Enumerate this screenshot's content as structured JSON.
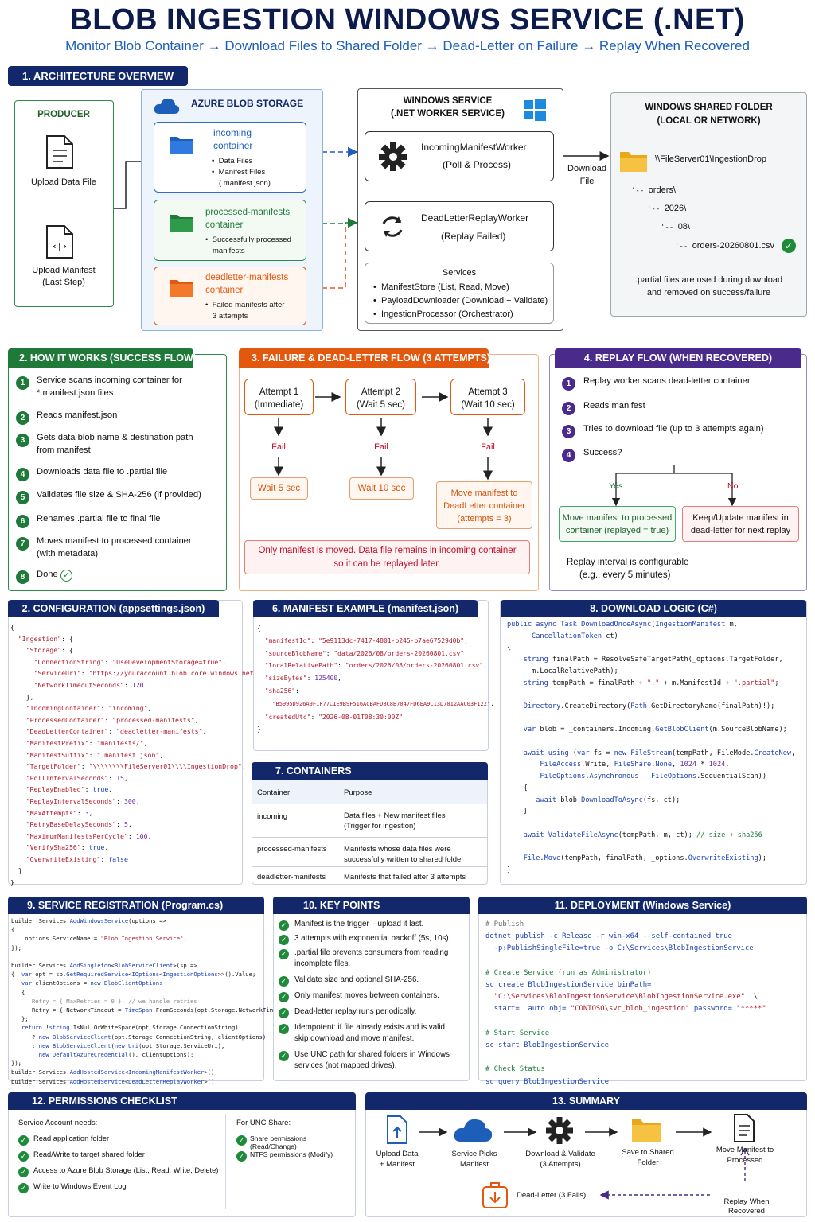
{
  "header": {
    "title": "BLOB INGESTION WINDOWS SERVICE (.NET)",
    "subtitle": "Monitor Blob Container → Download Files to Shared Folder → Dead-Letter on Failure → Replay When Recovered"
  },
  "arch": {
    "title": "1. ARCHITECTURE OVERVIEW",
    "producer": {
      "title": "PRODUCER",
      "upload_data": "Upload Data File",
      "upload_manifest": "Upload Manifest",
      "last_step": "(Last Step)"
    },
    "azure": {
      "title": "AZURE BLOB STORAGE",
      "incoming": {
        "name1": "incoming",
        "name2": "container",
        "b1": "Data Files",
        "b2": "Manifest Files",
        "b3": "(.manifest.json)"
      },
      "processed": {
        "name1": "processed-manifests",
        "name2": "container",
        "b1": "Successfully processed",
        "b2": "manifests"
      },
      "deadletter": {
        "name1": "deadletter-manifests",
        "name2": "container",
        "b1": "Failed manifests after",
        "b2": "3 attempts"
      }
    },
    "service": {
      "title1": "WINDOWS SERVICE",
      "title2": "(.NET WORKER SERVICE)",
      "worker1": "IncomingManifestWorker",
      "worker1_sub": "(Poll & Process)",
      "worker2": "DeadLetterReplayWorker",
      "worker2_sub": "(Replay Failed)",
      "services_title": "Services",
      "s1": "ManifestStore (List, Read, Move)",
      "s2": "PayloadDownloader (Download + Validate)",
      "s3": "IngestionProcessor (Orchestrator)"
    },
    "download_label1": "Download",
    "download_label2": "File",
    "shared": {
      "title1": "WINDOWS SHARED FOLDER",
      "title2": "(LOCAL OR NETWORK)",
      "path": "\\\\FileServer01\\IngestionDrop",
      "t1": "orders\\",
      "t2": "2026\\",
      "t3": "08\\",
      "t4": "orders-20260801.csv",
      "note1": ".partial files are used during download",
      "note2": "and removed on success/failure"
    }
  },
  "how": {
    "title": "2. HOW IT WORKS (SUCCESS FLOW)",
    "steps": [
      {
        "n": "1",
        "l1": "Service scans incoming container for",
        "l2": "*.manifest.json files"
      },
      {
        "n": "2",
        "l1": "Reads manifest.json",
        "l2": ""
      },
      {
        "n": "3",
        "l1": "Gets data blob name & destination path",
        "l2": "from manifest"
      },
      {
        "n": "4",
        "l1": "Downloads data file to .partial file",
        "l2": ""
      },
      {
        "n": "5",
        "l1": "Validates file size & SHA-256 (if provided)",
        "l2": ""
      },
      {
        "n": "6",
        "l1": "Renames .partial file to final file",
        "l2": ""
      },
      {
        "n": "7",
        "l1": "Moves manifest to processed container",
        "l2": "(with metadata)"
      },
      {
        "n": "8",
        "l1": "Done",
        "l2": ""
      }
    ]
  },
  "failure": {
    "title": "3. FAILURE & DEAD-LETTER FLOW (3 ATTEMPTS)",
    "a1": "Attempt 1",
    "a1s": "(Immediate)",
    "a2": "Attempt 2",
    "a2s": "(Wait 5 sec)",
    "a3": "Attempt 3",
    "a3s": "(Wait 10 sec)",
    "fail": "Fail",
    "w1": "Wait 5 sec",
    "w2": "Wait 10 sec",
    "m1": "Move manifest to",
    "m2": "DeadLetter container",
    "m3": "(attempts = 3)",
    "note1": "Only manifest is moved.  Data file remains in incoming container",
    "note2": "so it can be replayed later."
  },
  "replay": {
    "title": "4. REPLAY FLOW (WHEN RECOVERED)",
    "s1": "Replay worker scans dead-letter container",
    "s2": "Reads manifest",
    "s3": "Tries to download file (up to 3 attempts again)",
    "s4": "Success?",
    "yes": "Yes",
    "no": "No",
    "y1": "Move manifest to processed",
    "y2": "container (replayed = true)",
    "n1": "Keep/Update manifest in",
    "n2": "dead-letter for next replay",
    "interval1": "Replay interval is configurable",
    "interval2": "(e.g., every 5 minutes)"
  },
  "config": {
    "title": "2. CONFIGURATION (appsettings.json)"
  },
  "manifest": {
    "title": "6. MANIFEST EXAMPLE (manifest.json)"
  },
  "containers": {
    "title": "7. CONTAINERS",
    "col1": "Container",
    "col2": "Purpose",
    "rows": [
      {
        "c": "incoming",
        "p1": "Data files + New manifest files",
        "p2": "(Trigger for ingestion)"
      },
      {
        "c": "processed-manifests",
        "p1": "Manifests whose data files were",
        "p2": "successfully written to shared folder"
      },
      {
        "c": "deadletter-manifests",
        "p1": "Manifests that failed after 3 attempts",
        "p2": ""
      }
    ]
  },
  "download": {
    "title": "8. DOWNLOAD LOGIC (C#)"
  },
  "registration": {
    "title": "9. SERVICE REGISTRATION (Program.cs)"
  },
  "keypoints": {
    "title": "10. KEY POINTS",
    "items": [
      {
        "l1": "Manifest is the trigger – upload it last.",
        "l2": ""
      },
      {
        "l1": "3 attempts with exponential backoff (5s, 10s).",
        "l2": ""
      },
      {
        "l1": ".partial file prevents consumers from reading",
        "l2": "incomplete files."
      },
      {
        "l1": "Validate size and optional SHA-256.",
        "l2": ""
      },
      {
        "l1": "Only manifest moves between containers.",
        "l2": ""
      },
      {
        "l1": "Dead-letter replay runs periodically.",
        "l2": ""
      },
      {
        "l1": "Idempotent: if file already exists and is valid,",
        "l2": "skip download and move manifest."
      },
      {
        "l1": "Use UNC path for shared folders in Windows",
        "l2": "services (not mapped drives)."
      }
    ]
  },
  "deploy": {
    "title": "11. DEPLOYMENT (Windows Service)"
  },
  "perms": {
    "title": "12. PERMISSIONS CHECKLIST",
    "left_title": "Service Account needs:",
    "right_title": "For UNC Share:",
    "left": [
      "Read application folder",
      "Read/Write to target shared folder",
      "Access to Azure Blob Storage (List, Read, Write, Delete)",
      "Write to Windows Event Log"
    ],
    "right": [
      "Share permissions (Read/Change)",
      "NTFS permissions (Modify)"
    ]
  },
  "summary": {
    "title": "13. SUMMARY",
    "s1a": "Upload Data",
    "s1b": "+ Manifest",
    "s2a": "Service Picks",
    "s2b": "Manifest",
    "s3a": "Download & Validate",
    "s3b": "(3 Attempts)",
    "s4a": "Save to Shared",
    "s4b": "Folder",
    "s5a": "Move Manifest to",
    "s5b": "Processed",
    "dl": "Dead-Letter (3 Fails)",
    "r1": "Replay When",
    "r2": "Recovered"
  },
  "colors": {
    "navy": "#13286b",
    "green": "#1f7a3a",
    "orange": "#e2580f",
    "purple": "#4a2a8a",
    "blue": "#1d5fb8"
  }
}
